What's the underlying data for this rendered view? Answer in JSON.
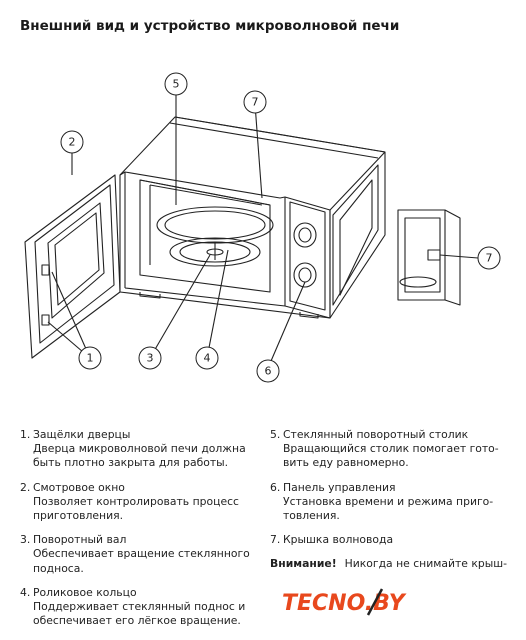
{
  "title": "Внешний вид и устройство микроволновой печи",
  "callouts": [
    "1",
    "2",
    "3",
    "4",
    "5",
    "6",
    "7",
    "7"
  ],
  "items": [
    {
      "num": "1.",
      "title": "Защёлки дверцы",
      "desc": "Дверца микроволновой печи должна быть плотно закрыта для работы."
    },
    {
      "num": "2.",
      "title": "Смотровое окно",
      "desc": "Позволяет контролировать процесс приготовления."
    },
    {
      "num": "3.",
      "title": "Поворотный вал",
      "desc": "Обеспечивает вращение стеклянного подноса."
    },
    {
      "num": "4.",
      "title": "Роликовое кольцо",
      "desc": "Поддерживает стеклянный поднос и обеспечивает его лёгкое вращение."
    },
    {
      "num": "5.",
      "title": "Стеклянный поворотный столик",
      "desc": "Вращающийся столик помогает гото-вить еду равномерно."
    },
    {
      "num": "6.",
      "title": "Панель управления",
      "desc": "Установка времени и режима приго-товления."
    },
    {
      "num": "7.",
      "title": "Крышка волновода",
      "desc": ""
    }
  ],
  "warning": {
    "label": "Внимание!",
    "text": "Никогда не снимайте крыш-"
  },
  "logo": {
    "text": "TECNO.BY",
    "color_main": "#e8481d",
    "color_dark": "#222222"
  }
}
